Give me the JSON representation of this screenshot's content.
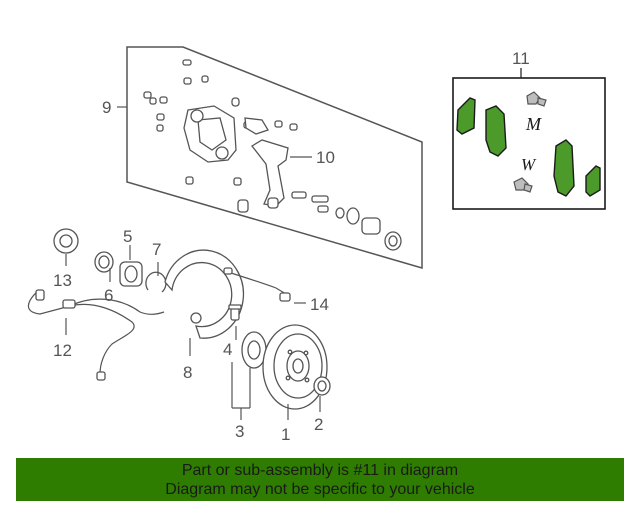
{
  "callouts": {
    "c1": "1",
    "c2": "2",
    "c3": "3",
    "c4": "4",
    "c5": "5",
    "c6": "6",
    "c7": "7",
    "c8": "8",
    "c9": "9",
    "c10": "10",
    "c11": "11",
    "c12": "12",
    "c13": "13",
    "c14": "14"
  },
  "inset_marks": {
    "m": "M",
    "w": "W"
  },
  "banner": {
    "line1": "Part or sub-assembly is #11 in diagram",
    "line2": "Diagram may not be specific to your vehicle"
  },
  "colors": {
    "highlight": "#4c9a2a",
    "banner": "#2e7d00",
    "line": "#555555"
  }
}
